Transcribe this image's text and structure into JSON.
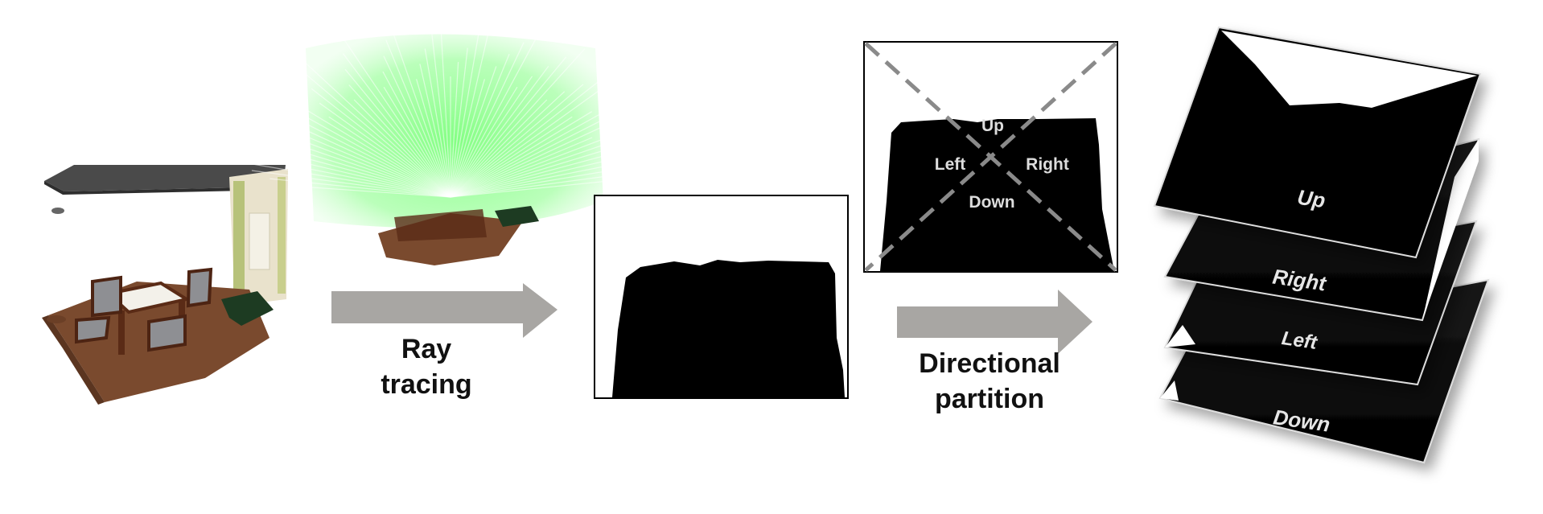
{
  "steps": {
    "ray_tracing": {
      "line1": "Ray",
      "line2": "tracing"
    },
    "directional_partition": {
      "line1": "Directional",
      "line2": "partition"
    }
  },
  "partition_labels": {
    "up": "Up",
    "left": "Left",
    "right": "Right",
    "down": "Down"
  },
  "layers": {
    "up": "Up",
    "right": "Right",
    "left": "Left",
    "down": "Down"
  },
  "colors": {
    "arrow": "#a8a6a3",
    "ray_green": "#7dff7d",
    "floor_brown": "#7a4a2e",
    "roof_gray": "#4a4a4a",
    "mask_black": "#000000",
    "dash_gray": "#8a8a8a"
  }
}
